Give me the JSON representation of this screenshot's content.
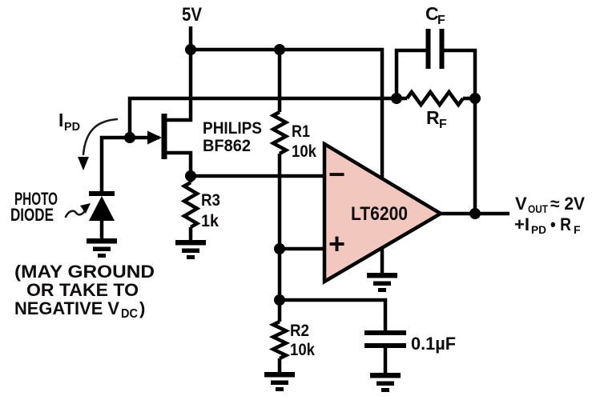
{
  "diagram": {
    "type": "circuit-schematic",
    "colors": {
      "background": "#ffffff",
      "wire": "#000000",
      "opamp_fill": "#f2c7be",
      "text": "#0e0c0c"
    },
    "supply": {
      "label": "5V"
    },
    "ipd": {
      "base": "I",
      "sub": "PD"
    },
    "photodiode": {
      "label_line1": "PHOTO",
      "label_line2": "DIODE"
    },
    "note": {
      "line1": "(MAY GROUND",
      "line2": "OR TAKE TO",
      "line3_base": "NEGATIVE V",
      "line3_sub": "DC",
      "line3_close": ")"
    },
    "jfet": {
      "brand": "PHILIPS",
      "part": "BF862"
    },
    "resistors": {
      "r1": {
        "ref": "R1",
        "value": "10k"
      },
      "r2": {
        "ref": "R2",
        "value": "10k"
      },
      "r3": {
        "ref": "R3",
        "value": "1k"
      },
      "rf": {
        "ref_base": "R",
        "ref_sub": "F"
      }
    },
    "capacitors": {
      "cf": {
        "ref_base": "C",
        "ref_sub": "F"
      },
      "bypass": {
        "value": "0.1µF"
      }
    },
    "opamp": {
      "part": "LT6200",
      "inverting_label": "−",
      "noninverting_label": "+"
    },
    "output": {
      "line1_base": "V",
      "line1_sub": "OUT",
      "line1_rest": "≈ 2V",
      "line2_base": "+I",
      "line2_sub": "PD",
      "line2_mid": "• R",
      "line2_sub2": "F"
    }
  }
}
